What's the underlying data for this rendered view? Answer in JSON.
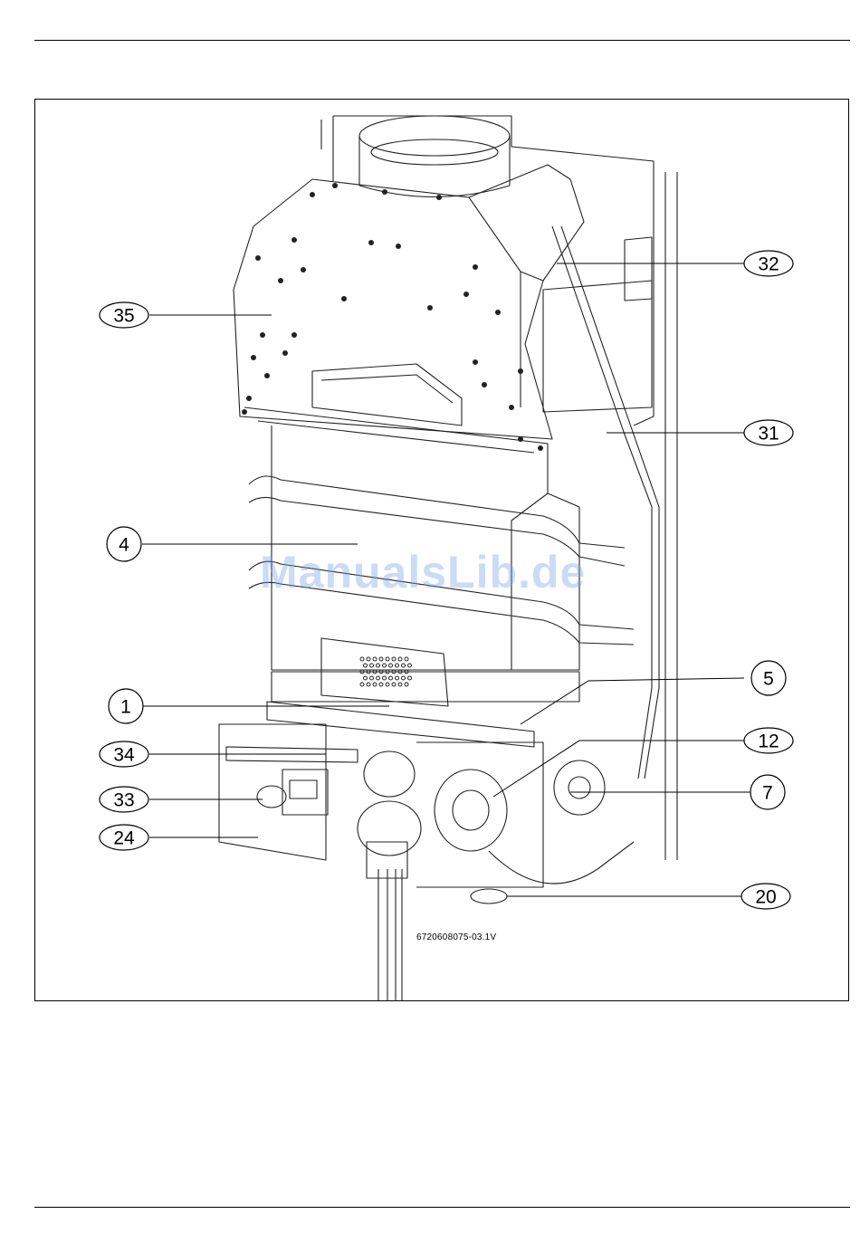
{
  "callouts": [
    {
      "id": "32",
      "label": "32"
    },
    {
      "id": "35",
      "label": "35"
    },
    {
      "id": "31",
      "label": "31"
    },
    {
      "id": "4",
      "label": "4"
    },
    {
      "id": "5",
      "label": "5"
    },
    {
      "id": "1",
      "label": "1"
    },
    {
      "id": "12",
      "label": "12"
    },
    {
      "id": "34",
      "label": "34"
    },
    {
      "id": "7",
      "label": "7"
    },
    {
      "id": "33",
      "label": "33"
    },
    {
      "id": "24",
      "label": "24"
    },
    {
      "id": "20",
      "label": "20"
    }
  ],
  "figure_code": "6720608075-03.1V",
  "watermark": "ManualsLib.de"
}
